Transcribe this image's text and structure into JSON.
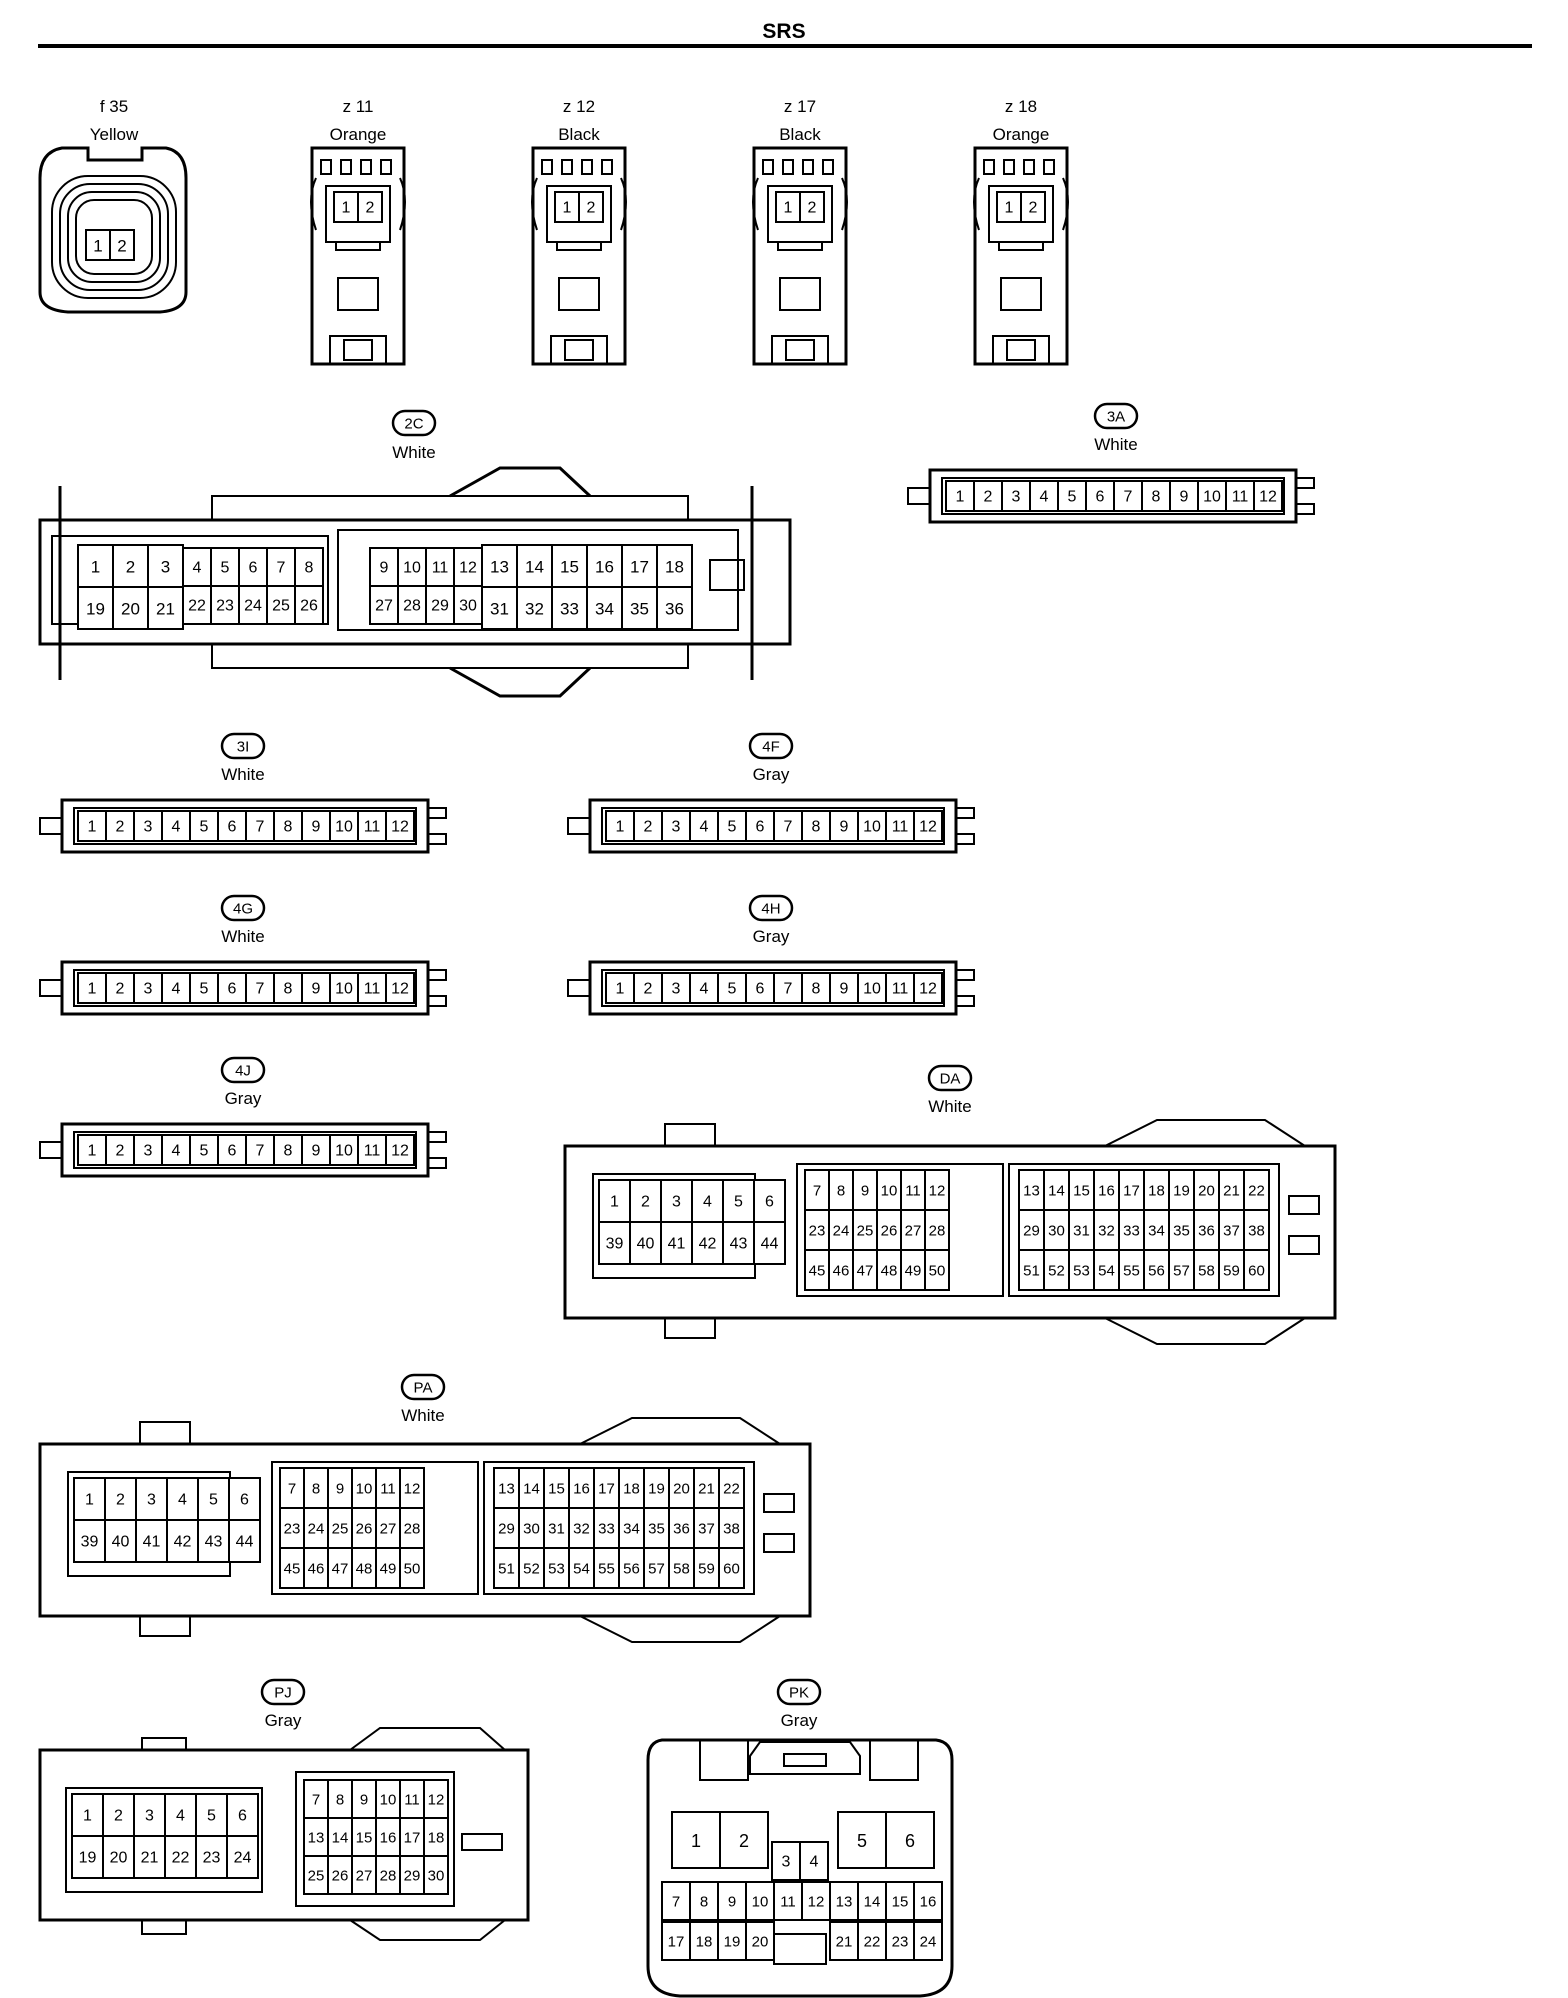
{
  "page": {
    "title": "SRS"
  },
  "connectors": [
    {
      "id": "f35",
      "code": "f 35",
      "color": "Yellow",
      "pins": [
        "1",
        "2"
      ]
    },
    {
      "id": "z11",
      "code": "z 11",
      "color": "Orange",
      "pins": [
        "1",
        "2"
      ]
    },
    {
      "id": "z12",
      "code": "z 12",
      "color": "Black",
      "pins": [
        "1",
        "2"
      ]
    },
    {
      "id": "z17",
      "code": "z 17",
      "color": "Black",
      "pins": [
        "1",
        "2"
      ]
    },
    {
      "id": "z18",
      "code": "z 18",
      "color": "Orange",
      "pins": [
        "1",
        "2"
      ]
    },
    {
      "id": "2C",
      "code": "2C",
      "color": "White",
      "rows": [
        [
          "1",
          "2",
          "3",
          "4",
          "5",
          "6",
          "7",
          "8",
          "9",
          "10",
          "11",
          "12",
          "13",
          "14",
          "15",
          "16",
          "17",
          "18"
        ],
        [
          "19",
          "20",
          "21",
          "22",
          "23",
          "24",
          "25",
          "26",
          "27",
          "28",
          "29",
          "30",
          "31",
          "32",
          "33",
          "34",
          "35",
          "36"
        ]
      ]
    },
    {
      "id": "3A",
      "code": "3A",
      "color": "White",
      "rows": [
        [
          "1",
          "2",
          "3",
          "4",
          "5",
          "6",
          "7",
          "8",
          "9",
          "10",
          "11",
          "12"
        ]
      ]
    },
    {
      "id": "3I",
      "code": "3I",
      "color": "White",
      "rows": [
        [
          "1",
          "2",
          "3",
          "4",
          "5",
          "6",
          "7",
          "8",
          "9",
          "10",
          "11",
          "12"
        ]
      ]
    },
    {
      "id": "4F",
      "code": "4F",
      "color": "Gray",
      "rows": [
        [
          "1",
          "2",
          "3",
          "4",
          "5",
          "6",
          "7",
          "8",
          "9",
          "10",
          "11",
          "12"
        ]
      ]
    },
    {
      "id": "4G",
      "code": "4G",
      "color": "White",
      "rows": [
        [
          "1",
          "2",
          "3",
          "4",
          "5",
          "6",
          "7",
          "8",
          "9",
          "10",
          "11",
          "12"
        ]
      ]
    },
    {
      "id": "4H",
      "code": "4H",
      "color": "Gray",
      "rows": [
        [
          "1",
          "2",
          "3",
          "4",
          "5",
          "6",
          "7",
          "8",
          "9",
          "10",
          "11",
          "12"
        ]
      ]
    },
    {
      "id": "4J",
      "code": "4J",
      "color": "Gray",
      "rows": [
        [
          "1",
          "2",
          "3",
          "4",
          "5",
          "6",
          "7",
          "8",
          "9",
          "10",
          "11",
          "12"
        ]
      ]
    },
    {
      "id": "DA",
      "code": "DA",
      "color": "White",
      "groups": [
        [
          [
            "1",
            "2",
            "3",
            "4",
            "5",
            "6"
          ],
          [
            "39",
            "40",
            "41",
            "42",
            "43",
            "44"
          ]
        ],
        [
          [
            "7",
            "8",
            "9",
            "10",
            "11",
            "12"
          ],
          [
            "23",
            "24",
            "25",
            "26",
            "27",
            "28"
          ],
          [
            "45",
            "46",
            "47",
            "48",
            "49",
            "50"
          ]
        ],
        [
          [
            "13",
            "14",
            "15",
            "16",
            "17",
            "18",
            "19",
            "20",
            "21",
            "22"
          ],
          [
            "29",
            "30",
            "31",
            "32",
            "33",
            "34",
            "35",
            "36",
            "37",
            "38"
          ],
          [
            "51",
            "52",
            "53",
            "54",
            "55",
            "56",
            "57",
            "58",
            "59",
            "60"
          ]
        ]
      ]
    },
    {
      "id": "PA",
      "code": "PA",
      "color": "White",
      "groups": [
        [
          [
            "1",
            "2",
            "3",
            "4",
            "5",
            "6"
          ],
          [
            "39",
            "40",
            "41",
            "42",
            "43",
            "44"
          ]
        ],
        [
          [
            "7",
            "8",
            "9",
            "10",
            "11",
            "12"
          ],
          [
            "23",
            "24",
            "25",
            "26",
            "27",
            "28"
          ],
          [
            "45",
            "46",
            "47",
            "48",
            "49",
            "50"
          ]
        ],
        [
          [
            "13",
            "14",
            "15",
            "16",
            "17",
            "18",
            "19",
            "20",
            "21",
            "22"
          ],
          [
            "29",
            "30",
            "31",
            "32",
            "33",
            "34",
            "35",
            "36",
            "37",
            "38"
          ],
          [
            "51",
            "52",
            "53",
            "54",
            "55",
            "56",
            "57",
            "58",
            "59",
            "60"
          ]
        ]
      ]
    },
    {
      "id": "PJ",
      "code": "PJ",
      "color": "Gray",
      "groups": [
        [
          [
            "1",
            "2",
            "3",
            "4",
            "5",
            "6"
          ],
          [
            "19",
            "20",
            "21",
            "22",
            "23",
            "24"
          ]
        ],
        [
          [
            "7",
            "8",
            "9",
            "10",
            "11",
            "12"
          ],
          [
            "13",
            "14",
            "15",
            "16",
            "17",
            "18"
          ],
          [
            "25",
            "26",
            "27",
            "28",
            "29",
            "30"
          ]
        ]
      ]
    },
    {
      "id": "PK",
      "code": "PK",
      "color": "Gray",
      "top": [
        "1",
        "2",
        "3",
        "4",
        "5",
        "6"
      ],
      "rows": [
        [
          "7",
          "8",
          "9",
          "10",
          "11",
          "12",
          "13",
          "14",
          "15",
          "16"
        ],
        [
          "17",
          "18",
          "19",
          "20",
          "21",
          "22",
          "23",
          "24"
        ]
      ]
    }
  ]
}
